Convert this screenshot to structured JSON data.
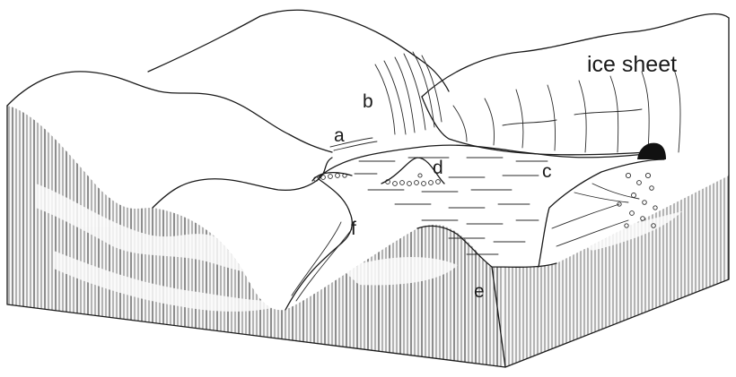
{
  "labels": {
    "ice_sheet": "ice sheet",
    "a": "a",
    "b": "b",
    "c": "c",
    "d": "d",
    "e": "e",
    "f": "f"
  }
}
